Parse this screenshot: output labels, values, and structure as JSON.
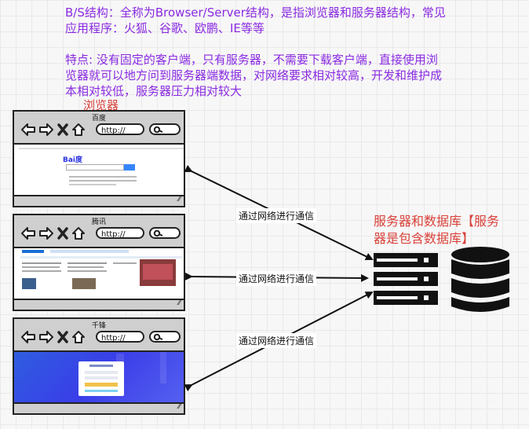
{
  "intro": {
    "line1": "B/S结构：全称为Browser/Server结构，是指浏览器和服务器结构，常见",
    "line2": "应用程序：火狐、谷歌、欧鹏、IE等等"
  },
  "feature": {
    "line1": "特点: 没有固定的客户端，只有服务器，不需要下载客户端，直接使用浏",
    "line2": "览器就可以地方问到服务器端数据，对网络要求相对较高，开发和维护成",
    "line3": "本相对较低，服务器压力相对较大"
  },
  "browser_group_label": "浏览器",
  "browsers": [
    {
      "title": "百度",
      "url": "http://"
    },
    {
      "title": "腾讯",
      "url": "http://"
    },
    {
      "title": "千锋",
      "url": "http://"
    }
  ],
  "connection_label": "通过网络进行通信",
  "server_label_line1": "服务器和数据库【服务",
  "server_label_line2": "器是包含数据库】",
  "baidu_logo": "Bai度"
}
